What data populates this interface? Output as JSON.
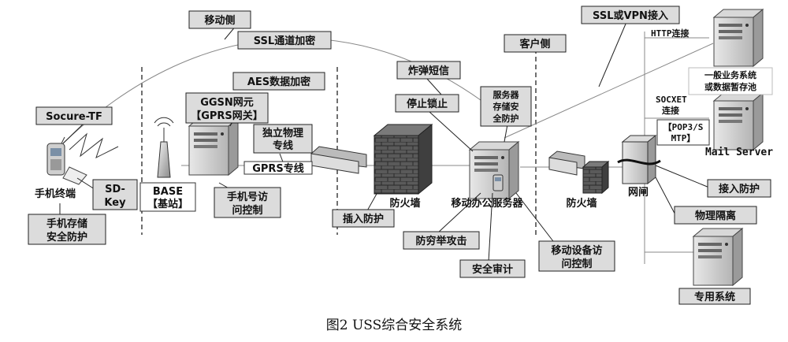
{
  "caption": "图2  USS综合安全系统",
  "callouts": {
    "mobile_side": "移动侧",
    "ssl_tunnel": "SSL通道加密",
    "aes": "AES数据加密",
    "socure_tf": "Socure-TF",
    "sd_key_1": "SD-",
    "sd_key_2": "Key",
    "phone_storage_1": "手机存储",
    "phone_storage_2": "安全防护",
    "ggsn_1": "GGSN网元",
    "ggsn_2": "【GPRS网关】",
    "dedicated_line_1": "独立物理",
    "dedicated_line_2": "专线",
    "phone_access_1": "手机号访",
    "phone_access_2": "问控制",
    "bomb_sms": "炸弹短信",
    "stop_lock": "停止锁止",
    "server_storage_1": "服务器",
    "server_storage_2": "存储安",
    "server_storage_3": "全防护",
    "client_side": "客户侧",
    "ssl_vpn": "SSL或VPN接入",
    "insert_protect": "插入防护",
    "anti_brute": "防穷举攻击",
    "security_audit": "安全审计",
    "device_access_1": "移动设备访",
    "device_access_2": "问控制",
    "access_protect": "接入防护",
    "physical_isolation": "物理隔离"
  },
  "labels": {
    "phone": "手机终端",
    "base_1": "BASE",
    "base_2": "【基站】",
    "gprs_line": "GPRS专线",
    "firewall_1": "防火墙",
    "mobile_server": "移动办公服务器",
    "firewall_2": "防火墙",
    "gatekeeper": "网闸",
    "http": "HTTP连接",
    "general_1": "一般业务系统",
    "general_2": "或数据暂存池",
    "socket_1": "SOCXET",
    "socket_2": "连接",
    "pop3_1": "【POP3/S",
    "pop3_2": "MTP】",
    "mail_server": "Mail Server",
    "dedicated_system": "专用系统"
  },
  "icons": [
    "mobile-phone-icon",
    "antenna-tower-icon",
    "server-icon",
    "router-icon",
    "firewall-icon",
    "gatekeeper-icon"
  ]
}
